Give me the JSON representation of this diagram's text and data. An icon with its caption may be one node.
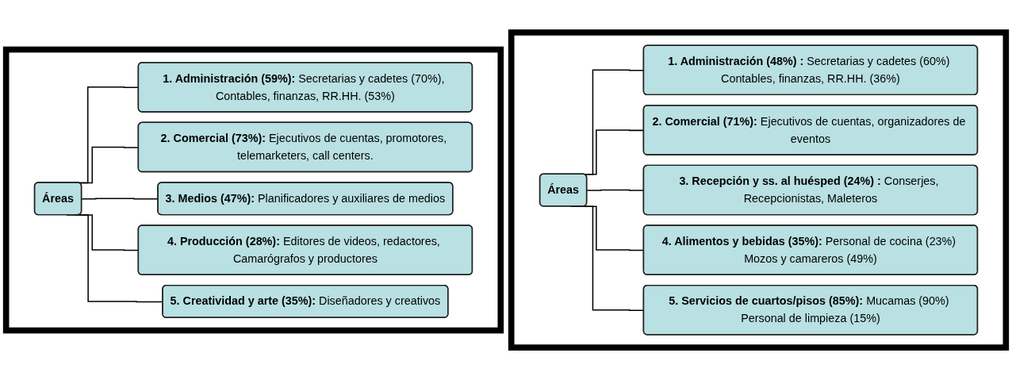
{
  "diagram": {
    "nodes": [
      {
        "text": [],
        "shape": "box"
      },
      {
        "text": [
          "Áreas"
        ],
        "in": 0
      },
      {
        "text": [
          "**1. Administración (48%) :** Secretarias y cadetes (60%) Contables, finanzas, RR.HH. (36%)"
        ],
        "in": 0
      },
      {
        "text": [
          "**2. Comercial (71%):** Ejecutivos de cuentas, organizadores de eventos"
        ],
        "in": 0
      },
      {
        "text": [
          "**3. Recepción y ss. al huésped (24%) :** Conserjes, Recepcionistas, Maleteros"
        ],
        "in": 0
      },
      {
        "text": [
          "**4. Alimentos y bebidas (35%):** Personal de cocina (23%) Mozos y camareros (49%)"
        ],
        "in": 0
      },
      {
        "text": [
          "**5. Servicios de cuartos/pisos (85%):** Mucamas (90%) Personal de limpieza (15%)"
        ],
        "in": 0
      },
      {
        "text": [],
        "shape": "box"
      },
      {
        "text": [
          "Áreas"
        ],
        "in": 7
      },
      {
        "text": [
          "**1. Administración (59%):** Secretarias y cadetes (70%), Contables, finanzas, RR.HH. (53%)"
        ],
        "in": 7
      },
      {
        "text": [
          "**2. Comercial (73%):** Ejecutivos de cuentas, promotores, telemarketers, call centers."
        ],
        "in": 7
      },
      {
        "text": [
          "**3. Medios (47%):** Planificadores y auxiliares de medios"
        ],
        "in": 7
      },
      {
        "text": [
          "**4. Producción (28%):** Editores de videos, redactores, Camarógrafos y productores"
        ],
        "in": 7
      },
      {
        "text": [
          "**5. Creatividad y arte (35%):** Diseñadores y creativos"
        ],
        "in": 7
      }
    ],
    "edges": [
      {
        "from": 1,
        "to": 2,
        "arrow": "none"
      },
      {
        "from": 1,
        "to": 3,
        "arrow": "none"
      },
      {
        "from": 1,
        "to": 4,
        "arrow": "none"
      },
      {
        "from": 1,
        "to": 5,
        "arrow": "none"
      },
      {
        "from": 1,
        "to": 6,
        "arrow": "none"
      },
      {
        "from": 8,
        "to": 9,
        "arrow": "none"
      },
      {
        "from": 8,
        "to": 10,
        "arrow": "none"
      },
      {
        "from": 8,
        "to": 11,
        "arrow": "none"
      },
      {
        "from": 8,
        "to": 12,
        "arrow": "none"
      },
      {
        "from": 8,
        "to": 13,
        "arrow": "none"
      }
    ]
  }
}
